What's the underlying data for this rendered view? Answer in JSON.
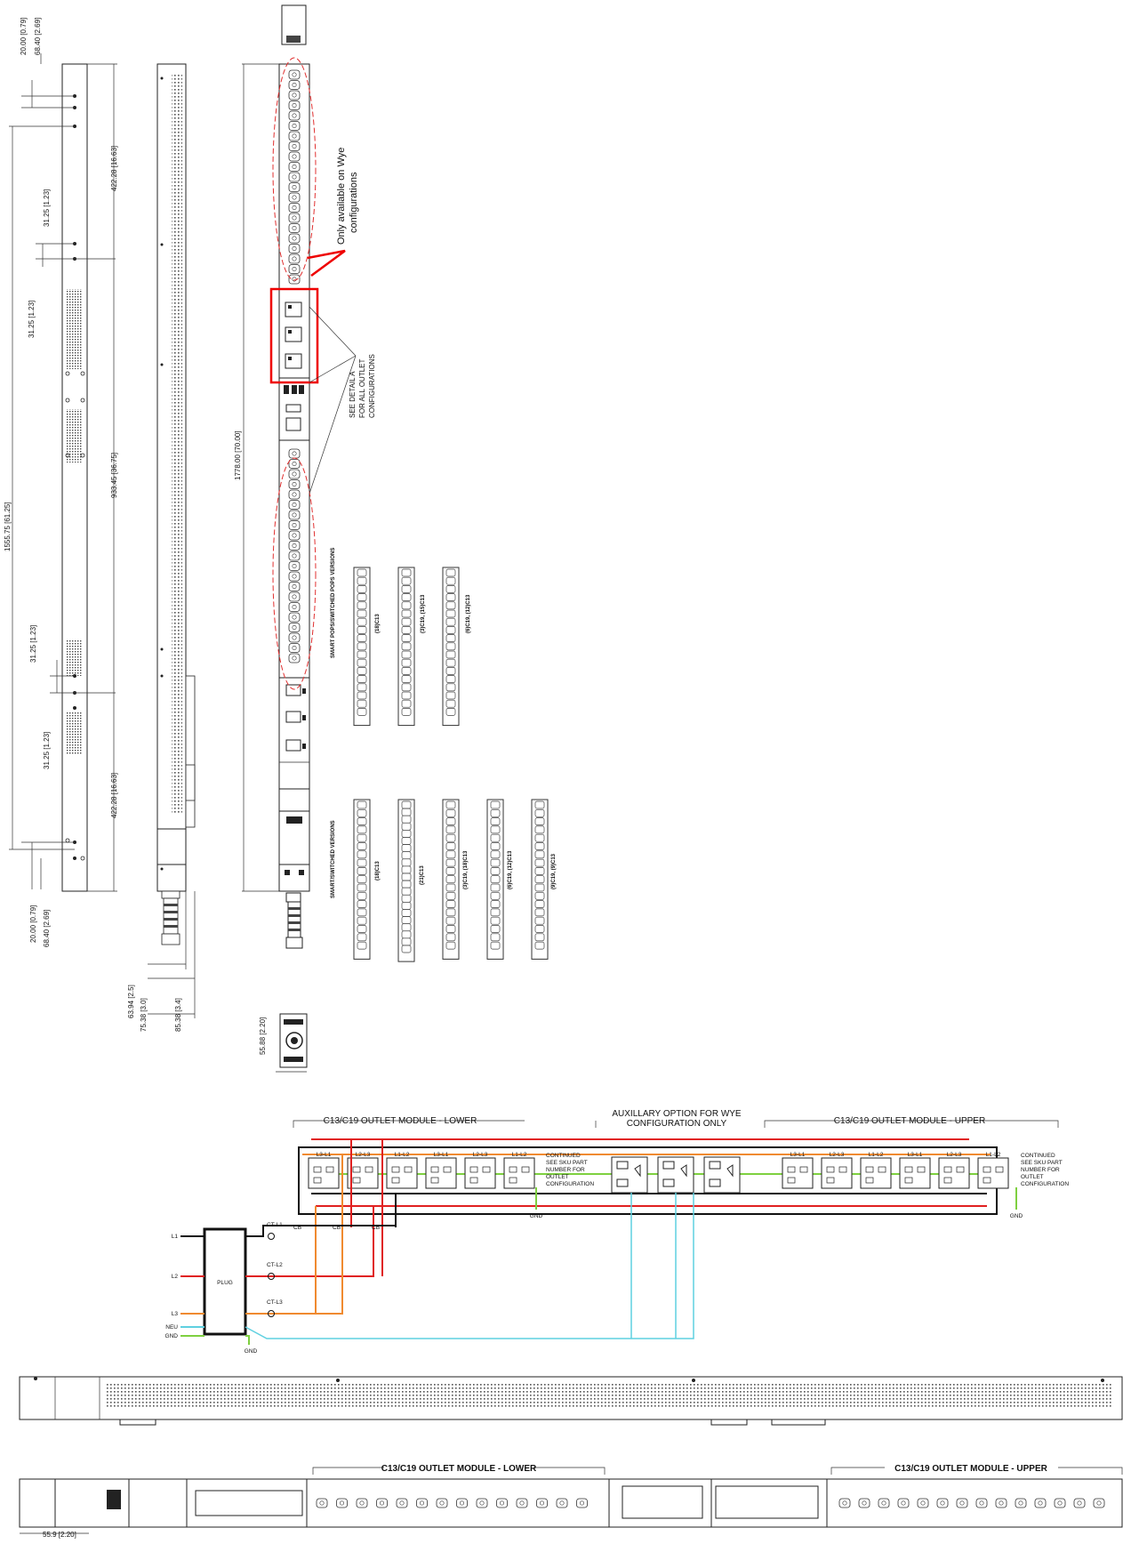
{
  "dimensions": {
    "top_20": "20.00 [0.79]",
    "top_68": "68.40 [2.69]",
    "spacing_31_a": "31.25 [1.23]",
    "spacing_31_b": "31.25 [1.23]",
    "spacing_31_c": "31.25 [1.23]",
    "spacing_31_d": "31.25 [1.23]",
    "overall_1555": "1555.75 [61.25]",
    "upper_422": "422.28 [16.63]",
    "mid_933": "933.45 [36.75]",
    "lower_422": "422.28 [16.63]",
    "bottom_20": "20.00 [0.79]",
    "bottom_68": "68.40 [2.69]",
    "length_1778": "1778.00 [70.00]",
    "depth_63": "63.94 [2.5]",
    "depth_75": "75.38 [3.0]",
    "depth_85": "85.38 [3.4]",
    "width_55_88": "55.88 [2.20]",
    "width_55_9": "55.9 [2.20]"
  },
  "annotations": {
    "wye_note_1": "Only available on Wye",
    "wye_note_2": "configurations",
    "detail_1": "SEE DETAIL A",
    "detail_2": "FOR ALL OUTLET",
    "detail_3": "CONFIGURATIONS"
  },
  "versions": {
    "smart_pops_title": "SMART POPS/SWITCHED POPS VERSIONS",
    "smart_pops_items": [
      "(18)C13",
      "(3)C19, (15)C13",
      "(6)C19, (12)C13"
    ],
    "smart_switched_title": "SMART/SWITCHED VERSIONS",
    "smart_switched_items": [
      "(18)C13",
      "(21)C13",
      "(3)C19, (18)C13",
      "(6)C19, (12)C13",
      "(9)C19, (9)C13"
    ]
  },
  "wiring": {
    "lower_module": "C13/C19 OUTLET MODULE - LOWER",
    "aux_option_1": "AUXILLARY OPTION FOR WYE",
    "aux_option_2": "CONFIGURATION ONLY",
    "upper_module": "C13/C19 OUTLET MODULE - UPPER",
    "lower_outlet_pairs": [
      "L3-L1",
      "L2-L3",
      "L1-L2",
      "L3-L1",
      "L2-L3",
      "L1-L2"
    ],
    "upper_outlet_pairs": [
      "L3-L1",
      "L2-L3",
      "L1-L2",
      "L3-L1",
      "L2-L3",
      "L1-L2"
    ],
    "continued_1": "CONTINUED",
    "continued_2": "SEE SKU PART",
    "continued_3": "NUMBER FOR",
    "continued_4": "OUTLET",
    "continued_5": "CONFIGURATION",
    "gnd": "GND",
    "plug": "PLUG",
    "ct_l1": "CT-L1",
    "ct_l2": "CT-L2",
    "ct_l3": "CT-L3",
    "cb": "CB",
    "inputs": [
      "L1",
      "L2",
      "L3",
      "NEU",
      "GND"
    ],
    "colors": {
      "L1": "#111111",
      "L2": "#e02020",
      "L3": "#f08a30",
      "NEU": "#5fd0e0",
      "GND": "#7ed040"
    }
  },
  "bottom_view": {
    "lower_module": "C13/C19 OUTLET MODULE - LOWER",
    "upper_module": "C13/C19 OUTLET MODULE - UPPER"
  }
}
